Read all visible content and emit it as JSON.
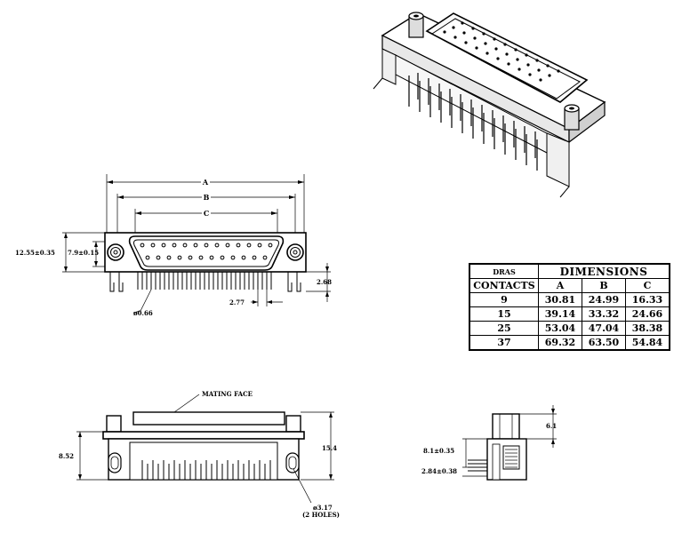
{
  "front_view": {
    "label_a": "A",
    "label_b": "B",
    "label_c": "C",
    "height_left": "12.55±0.35",
    "height_inner": "7.9±0.15",
    "pin_diameter": "ø0.66",
    "pitch": "2.77",
    "tail_length": "2.68"
  },
  "bottom_view": {
    "mating_face": "MATING FACE",
    "height_left": "8.52",
    "height_right": "15.4",
    "hole_diameter": "ø3.17",
    "hole_count": "(2 HOLES)"
  },
  "side_view": {
    "top_dim": "6.1",
    "mid_dim": "8.1±0.35",
    "low_dim": "2.84±0.38"
  },
  "table": {
    "header_left_top": "DRAS",
    "header_left_bottom": "CONTACTS",
    "header_dims": "DIMENSIONS",
    "col_a": "A",
    "col_b": "B",
    "col_c": "C",
    "rows": [
      {
        "contacts": "9",
        "a": "30.81",
        "b": "24.99",
        "c": "16.33"
      },
      {
        "contacts": "15",
        "a": "39.14",
        "b": "33.32",
        "c": "24.66"
      },
      {
        "contacts": "25",
        "a": "53.04",
        "b": "47.04",
        "c": "38.38"
      },
      {
        "contacts": "37",
        "a": "69.32",
        "b": "63.50",
        "c": "54.84"
      }
    ]
  }
}
